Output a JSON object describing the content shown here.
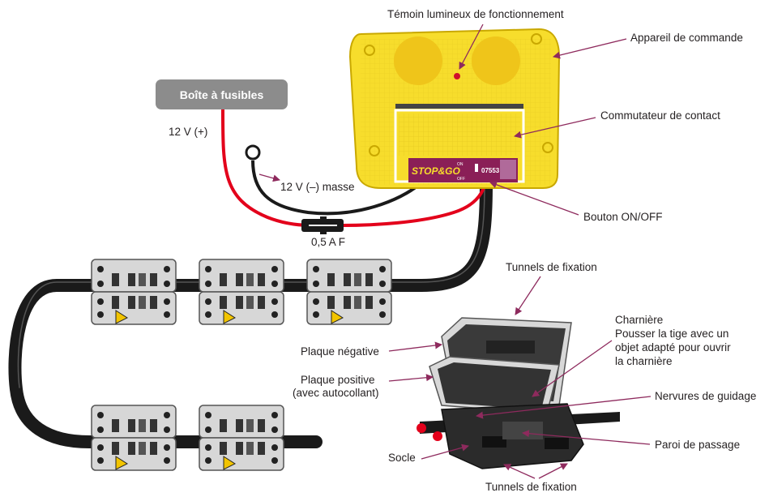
{
  "labels": {
    "temoin": "Témoin lumineux de fonctionnement",
    "appareil": "Appareil de commande",
    "commutateur": "Commutateur de contact",
    "bouton": "Bouton ON/OFF",
    "fusebox": "Boîte à fusibles",
    "plus12": "12 V (+)",
    "masse": "12 V (–) masse",
    "fuse": "0,5 A F",
    "tunnels_top": "Tunnels de fixation",
    "charniere_title": "Charnière",
    "charniere_l1": "Pousser la tige avec un",
    "charniere_l2": "objet adapté pour ouvrir",
    "charniere_l3": "la charnière",
    "plaque_neg": "Plaque négative",
    "plaque_pos": "Plaque positive",
    "plaque_pos_sub": "(avec autocollant)",
    "nervures": "Nervures de guidage",
    "paroi": "Paroi de passage",
    "socle": "Socle",
    "tunnels_bottom": "Tunnels de fixation"
  },
  "device_sticker": {
    "brand": "STOP&GO",
    "on": "ON",
    "off": "OFF",
    "code": "07553"
  },
  "colors": {
    "device_yellow": "#f7dd2c",
    "device_outline": "#c9a800",
    "wire_red": "#e3001b",
    "wire_black": "#1a1a1a",
    "arrow": "#8e2a5d",
    "sticker": "#8a1f57",
    "fusebox": "#8c8c8c",
    "connector_grey": "#d7d7d7"
  }
}
